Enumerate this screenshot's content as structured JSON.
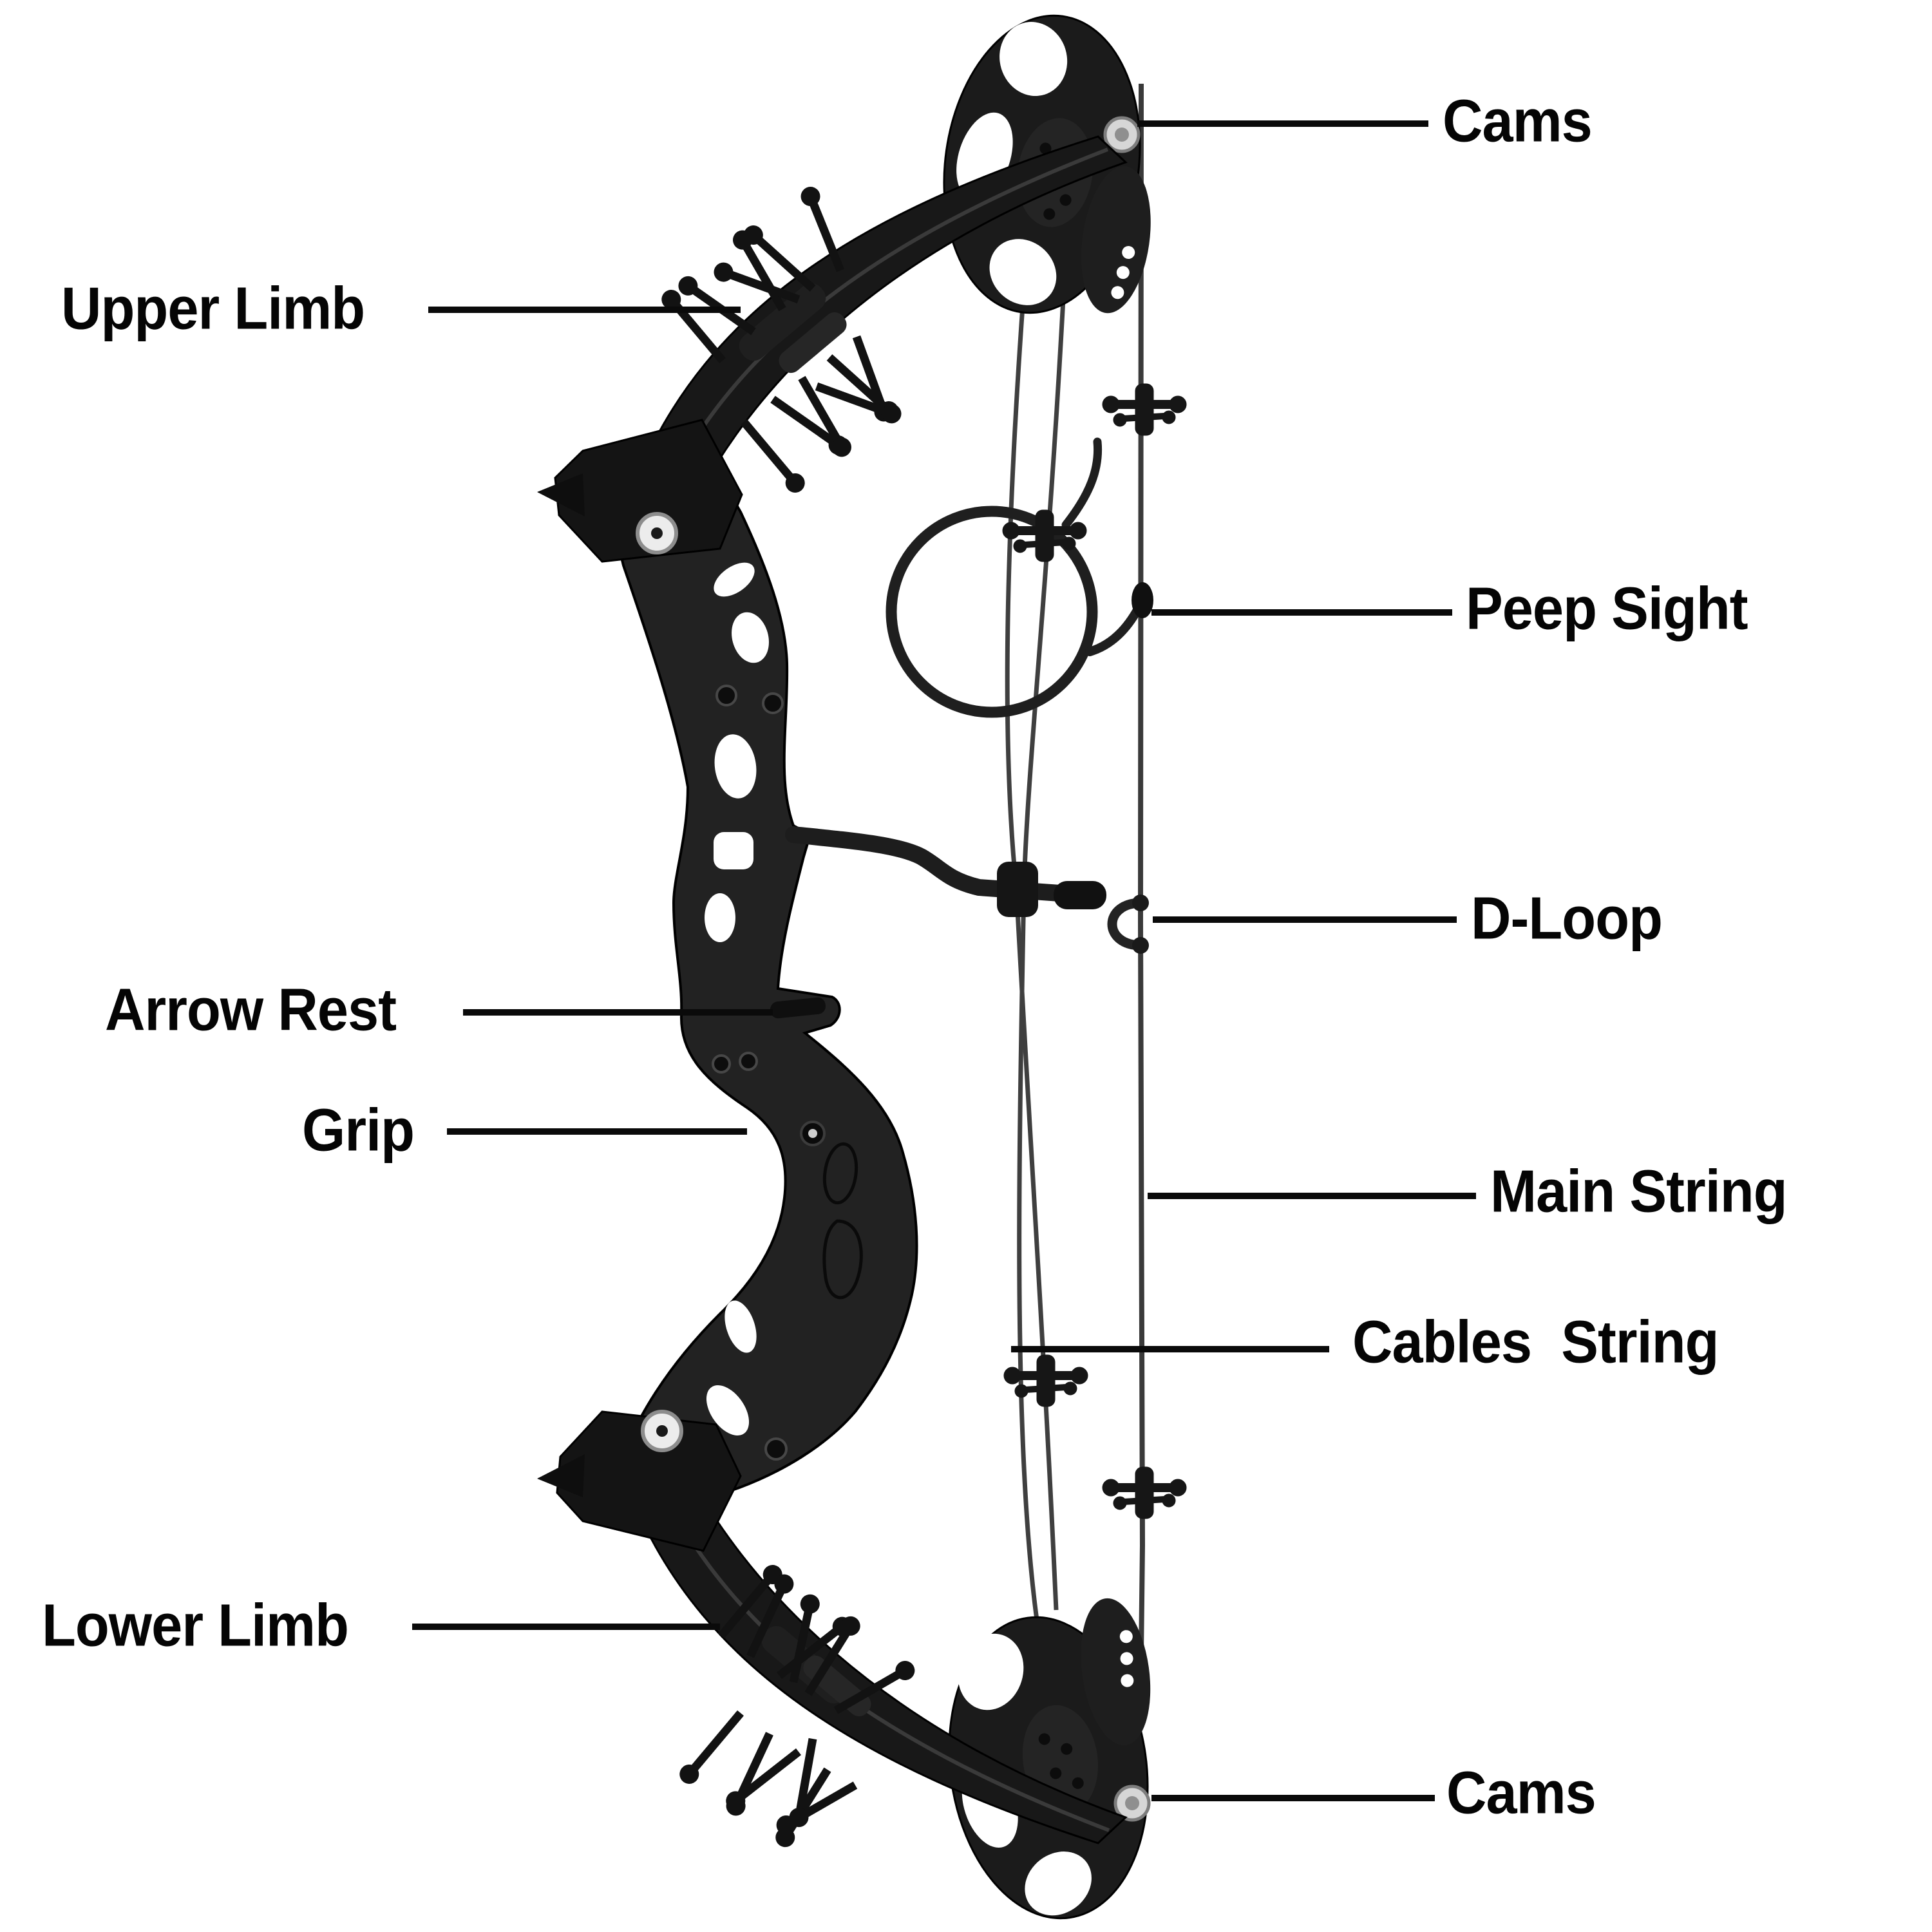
{
  "diagram": {
    "subject": "compound-bow-parts-diagram",
    "labels": {
      "cams_top": "Cams",
      "upper_limb": "Upper Limb",
      "peep_sight": "Peep Sight",
      "d_loop": "D-Loop",
      "arrow_rest": "Arrow Rest",
      "grip": "Grip",
      "main_string": "Main String",
      "cables_string": "Cables  String",
      "lower_limb": "Lower Limb",
      "cams_bottom": "Cams"
    },
    "colors": {
      "background": "#ffffff",
      "label_text": "#050505",
      "leader_line": "#0a0a0a",
      "bow_black": "#1b1b1b",
      "string_gray": "#3a3a3a",
      "silver": "#d6d6d6"
    }
  }
}
